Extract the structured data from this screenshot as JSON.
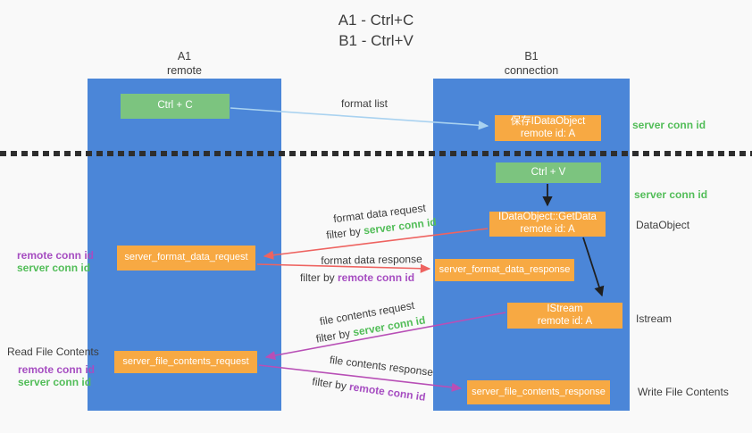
{
  "title": {
    "line1": "A1 - Ctrl+C",
    "line2": "B1 - Ctrl+V"
  },
  "lanes": [
    {
      "header_line1": "A1",
      "header_line2": "remote"
    },
    {
      "header_line1": "B1",
      "header_line2": "connection"
    }
  ],
  "nodes": {
    "ctrl_c": {
      "label": "Ctrl + C"
    },
    "save_idataobject": {
      "line1": "保存IDataObject",
      "line2": "remote id: A"
    },
    "ctrl_v": {
      "label": "Ctrl + V"
    },
    "getdata": {
      "line1": "IDataObject::GetData",
      "line2": "remote id: A"
    },
    "format_request": {
      "label": "server_format_data_request"
    },
    "format_response": {
      "label": "server_format_data_response"
    },
    "istream": {
      "line1": "IStream",
      "line2": "remote id: A"
    },
    "file_request": {
      "label": "server_file_contents_request"
    },
    "file_response": {
      "label": "server_file_contents_response"
    }
  },
  "flow_labels": {
    "format_list": "format list",
    "format_data_request": "format data request",
    "format_data_response": "format data response",
    "file_contents_request": "file contents request",
    "file_contents_response": "file contents response",
    "filter_by": "filter by",
    "server_conn_id": "server conn id",
    "remote_conn_id": "remote conn id"
  },
  "side_labels": {
    "server_conn_id_save": "server conn id",
    "server_conn_id_ctrlv": "server conn id",
    "dataobject": "DataObject",
    "istream": "Istream",
    "write_file_contents": "Write File Contents",
    "read_file_contents": "Read File Contents",
    "format_remote_conn_id": "remote conn id",
    "format_server_conn_id": "server conn id",
    "file_remote_conn_id": "remote conn id",
    "file_server_conn_id": "server conn id"
  },
  "colors": {
    "lane_blue": "#4b86d8",
    "box_orange": "#f7a943",
    "box_green": "#7cc47f",
    "green_text": "#52bd58",
    "purple_text": "#a64dc1",
    "red_arrow": "#ee6360",
    "magenta_arrow": "#b84fb6",
    "light_blue_arrow": "#a9d2f0",
    "black_arrow": "#1f1f1f",
    "background": "#f9f9f9"
  }
}
